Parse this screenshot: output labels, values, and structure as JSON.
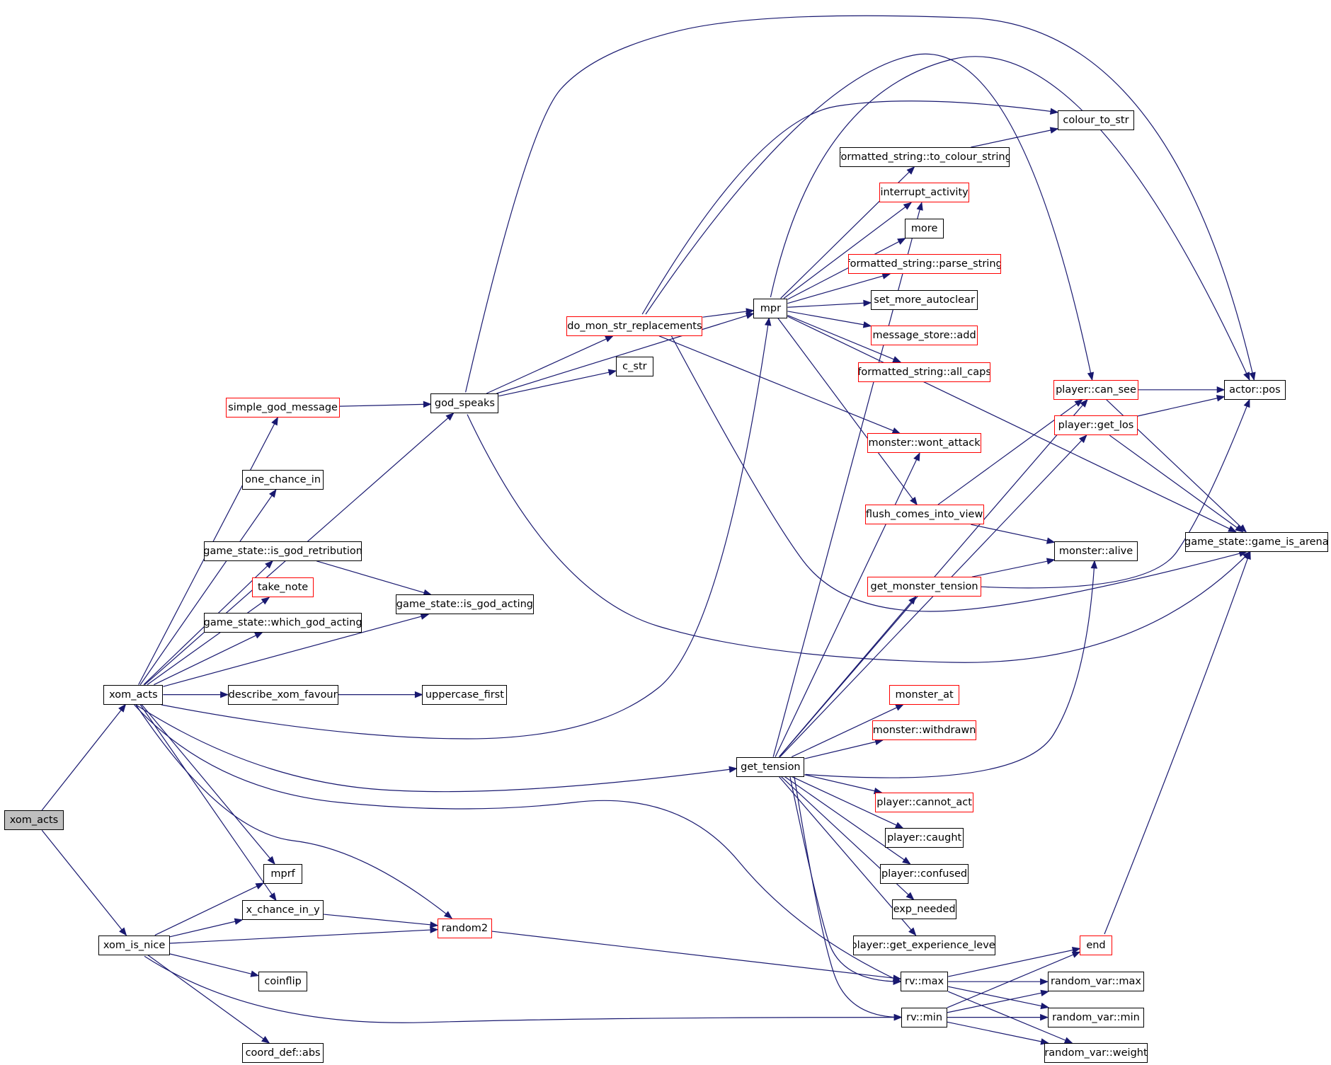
{
  "graph": {
    "colors": {
      "edge": "#191970",
      "node_border": "#000000",
      "truncated_border": "#ff0000",
      "root_fill": "#bfbfbf"
    },
    "nodes": [
      {
        "id": "xom_acts_root",
        "label": "xom_acts",
        "style": "root"
      },
      {
        "id": "xom_acts",
        "label": "xom_acts",
        "style": "plain"
      },
      {
        "id": "xom_is_nice",
        "label": "xom_is_nice",
        "style": "plain"
      },
      {
        "id": "simple_god_message",
        "label": "simple_god_message",
        "style": "red"
      },
      {
        "id": "one_chance_in",
        "label": "one_chance_in",
        "style": "plain"
      },
      {
        "id": "gs_is_god_retribution",
        "label": "game_state::is_god_retribution",
        "style": "plain"
      },
      {
        "id": "take_note",
        "label": "take_note",
        "style": "red"
      },
      {
        "id": "gs_which_god_acting",
        "label": "game_state::which_god_acting",
        "style": "plain"
      },
      {
        "id": "describe_xom_favour",
        "label": "describe_xom_favour",
        "style": "plain"
      },
      {
        "id": "mprf",
        "label": "mprf",
        "style": "plain"
      },
      {
        "id": "x_chance_in_y",
        "label": "x_chance_in_y",
        "style": "plain"
      },
      {
        "id": "coinflip",
        "label": "coinflip",
        "style": "plain"
      },
      {
        "id": "coord_def_abs",
        "label": "coord_def::abs",
        "style": "plain"
      },
      {
        "id": "god_speaks",
        "label": "god_speaks",
        "style": "plain"
      },
      {
        "id": "gs_is_god_acting",
        "label": "game_state::is_god_acting",
        "style": "plain"
      },
      {
        "id": "uppercase_first",
        "label": "uppercase_first",
        "style": "plain"
      },
      {
        "id": "random2",
        "label": "random2",
        "style": "red"
      },
      {
        "id": "do_mon_str_replacements",
        "label": "do_mon_str_replacements",
        "style": "red"
      },
      {
        "id": "c_str",
        "label": "c_str",
        "style": "plain"
      },
      {
        "id": "mpr",
        "label": "mpr",
        "style": "plain"
      },
      {
        "id": "get_tension",
        "label": "get_tension",
        "style": "plain"
      },
      {
        "id": "colour_to_str",
        "label": "colour_to_str",
        "style": "plain"
      },
      {
        "id": "fs_to_colour_string",
        "label": "formatted_string::to_colour_string",
        "style": "plain"
      },
      {
        "id": "interrupt_activity",
        "label": "interrupt_activity",
        "style": "red"
      },
      {
        "id": "more",
        "label": "more",
        "style": "plain"
      },
      {
        "id": "fs_parse_string",
        "label": "formatted_string::parse_string",
        "style": "red"
      },
      {
        "id": "set_more_autoclear",
        "label": "set_more_autoclear",
        "style": "plain"
      },
      {
        "id": "message_store_add",
        "label": "message_store::add",
        "style": "red"
      },
      {
        "id": "fs_all_caps",
        "label": "formatted_string::all_caps",
        "style": "red"
      },
      {
        "id": "monster_wont_attack",
        "label": "monster::wont_attack",
        "style": "red"
      },
      {
        "id": "flush_comes_into_view",
        "label": "flush_comes_into_view",
        "style": "red"
      },
      {
        "id": "get_monster_tension",
        "label": "get_monster_tension",
        "style": "red"
      },
      {
        "id": "monster_at",
        "label": "monster_at",
        "style": "red"
      },
      {
        "id": "monster_withdrawn",
        "label": "monster::withdrawn",
        "style": "red"
      },
      {
        "id": "player_cannot_act",
        "label": "player::cannot_act",
        "style": "red"
      },
      {
        "id": "player_caught",
        "label": "player::caught",
        "style": "plain"
      },
      {
        "id": "player_confused",
        "label": "player::confused",
        "style": "plain"
      },
      {
        "id": "exp_needed",
        "label": "exp_needed",
        "style": "plain"
      },
      {
        "id": "player_get_experience_level",
        "label": "player::get_experience_level",
        "style": "plain"
      },
      {
        "id": "rv_max",
        "label": "rv::max",
        "style": "plain"
      },
      {
        "id": "rv_min",
        "label": "rv::min",
        "style": "plain"
      },
      {
        "id": "player_can_see",
        "label": "player::can_see",
        "style": "red"
      },
      {
        "id": "player_get_los",
        "label": "player::get_los",
        "style": "red"
      },
      {
        "id": "monster_alive",
        "label": "monster::alive",
        "style": "plain"
      },
      {
        "id": "end",
        "label": "end",
        "style": "red"
      },
      {
        "id": "random_var_max",
        "label": "random_var::max",
        "style": "plain"
      },
      {
        "id": "random_var_min",
        "label": "random_var::min",
        "style": "plain"
      },
      {
        "id": "random_var_weight",
        "label": "random_var::weight",
        "style": "plain"
      },
      {
        "id": "actor_pos",
        "label": "actor::pos",
        "style": "plain"
      },
      {
        "id": "gs_game_is_arena",
        "label": "game_state::game_is_arena",
        "style": "plain"
      }
    ],
    "edges": [
      [
        "xom_acts_root",
        "xom_acts"
      ],
      [
        "xom_acts_root",
        "xom_is_nice"
      ],
      [
        "xom_acts",
        "simple_god_message"
      ],
      [
        "xom_acts",
        "one_chance_in"
      ],
      [
        "xom_acts",
        "god_speaks"
      ],
      [
        "xom_acts",
        "gs_is_god_retribution"
      ],
      [
        "xom_acts",
        "take_note"
      ],
      [
        "xom_acts",
        "gs_which_god_acting"
      ],
      [
        "xom_acts",
        "gs_is_god_acting"
      ],
      [
        "xom_acts",
        "describe_xom_favour"
      ],
      [
        "xom_acts",
        "mpr"
      ],
      [
        "xom_acts",
        "get_tension"
      ],
      [
        "xom_acts",
        "rv_max"
      ],
      [
        "xom_acts",
        "mprf"
      ],
      [
        "xom_acts",
        "x_chance_in_y"
      ],
      [
        "xom_acts",
        "random2"
      ],
      [
        "xom_is_nice",
        "mprf"
      ],
      [
        "xom_is_nice",
        "x_chance_in_y"
      ],
      [
        "xom_is_nice",
        "random2"
      ],
      [
        "xom_is_nice",
        "coinflip"
      ],
      [
        "xom_is_nice",
        "coord_def_abs"
      ],
      [
        "xom_is_nice",
        "rv_min"
      ],
      [
        "simple_god_message",
        "god_speaks"
      ],
      [
        "gs_is_god_retribution",
        "gs_is_god_acting"
      ],
      [
        "describe_xom_favour",
        "uppercase_first"
      ],
      [
        "x_chance_in_y",
        "random2"
      ],
      [
        "random2",
        "rv_max"
      ],
      [
        "god_speaks",
        "do_mon_str_replacements"
      ],
      [
        "god_speaks",
        "c_str"
      ],
      [
        "god_speaks",
        "mpr"
      ],
      [
        "god_speaks",
        "actor_pos"
      ],
      [
        "god_speaks",
        "gs_game_is_arena"
      ],
      [
        "do_mon_str_replacements",
        "mpr"
      ],
      [
        "do_mon_str_replacements",
        "colour_to_str"
      ],
      [
        "do_mon_str_replacements",
        "player_can_see"
      ],
      [
        "do_mon_str_replacements",
        "monster_wont_attack"
      ],
      [
        "do_mon_str_replacements",
        "gs_game_is_arena"
      ],
      [
        "mpr",
        "actor_pos"
      ],
      [
        "mpr",
        "fs_to_colour_string"
      ],
      [
        "mpr",
        "interrupt_activity"
      ],
      [
        "mpr",
        "more"
      ],
      [
        "mpr",
        "fs_parse_string"
      ],
      [
        "mpr",
        "set_more_autoclear"
      ],
      [
        "mpr",
        "message_store_add"
      ],
      [
        "mpr",
        "fs_all_caps"
      ],
      [
        "mpr",
        "flush_comes_into_view"
      ],
      [
        "mpr",
        "gs_game_is_arena"
      ],
      [
        "fs_to_colour_string",
        "colour_to_str"
      ],
      [
        "get_tension",
        "interrupt_activity"
      ],
      [
        "get_tension",
        "monster_wont_attack"
      ],
      [
        "get_tension",
        "player_can_see"
      ],
      [
        "get_tension",
        "player_get_los"
      ],
      [
        "get_tension",
        "get_monster_tension"
      ],
      [
        "get_tension",
        "monster_at"
      ],
      [
        "get_tension",
        "monster_withdrawn"
      ],
      [
        "get_tension",
        "monster_alive"
      ],
      [
        "get_tension",
        "player_cannot_act"
      ],
      [
        "get_tension",
        "player_caught"
      ],
      [
        "get_tension",
        "player_confused"
      ],
      [
        "get_tension",
        "exp_needed"
      ],
      [
        "get_tension",
        "player_get_experience_level"
      ],
      [
        "get_tension",
        "rv_max"
      ],
      [
        "get_tension",
        "rv_min"
      ],
      [
        "flush_comes_into_view",
        "player_can_see"
      ],
      [
        "flush_comes_into_view",
        "monster_alive"
      ],
      [
        "get_monster_tension",
        "monster_alive"
      ],
      [
        "get_monster_tension",
        "actor_pos"
      ],
      [
        "player_can_see",
        "actor_pos"
      ],
      [
        "player_can_see",
        "gs_game_is_arena"
      ],
      [
        "player_get_los",
        "actor_pos"
      ],
      [
        "player_get_los",
        "gs_game_is_arena"
      ],
      [
        "end",
        "gs_game_is_arena"
      ],
      [
        "rv_max",
        "end"
      ],
      [
        "rv_max",
        "random_var_max"
      ],
      [
        "rv_max",
        "random_var_min"
      ],
      [
        "rv_max",
        "random_var_weight"
      ],
      [
        "rv_min",
        "end"
      ],
      [
        "rv_min",
        "random_var_max"
      ],
      [
        "rv_min",
        "random_var_min"
      ],
      [
        "rv_min",
        "random_var_weight"
      ]
    ]
  }
}
